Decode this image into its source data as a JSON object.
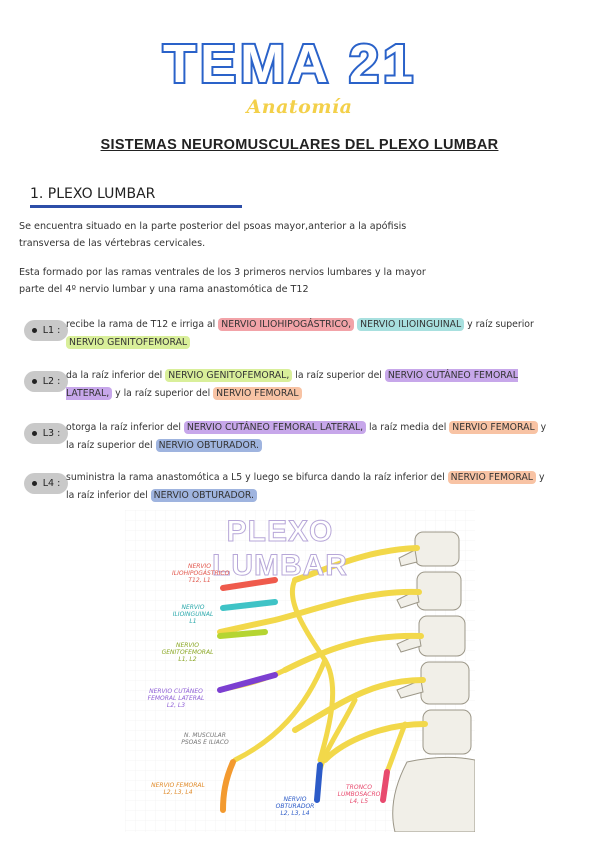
{
  "header": {
    "title": "TEMA 21",
    "subtitle": "Anatomía"
  },
  "main_title": "SISTEMAS NEUROMUSCULARES DEL PLEXO LUMBAR",
  "section": {
    "heading": "1. PLEXO LUMBAR",
    "paragraph1": "Se encuentra situado en la parte posterior del psoas mayor,anterior a la apófisis transversa de las vértebras cervicales.",
    "paragraph2": "Esta formado por las ramas ventrales de los 3 primeros nervios lumbares y la mayor parte del 4º nervio lumbar y una rama anastomótica de T12"
  },
  "items": [
    {
      "badge": "L1 :",
      "t1": "recibe la rama de T12 e irriga al ",
      "h1": "NERVIO ILIOHIPOGÁSTRICO,",
      "t2": " ",
      "h2": "NERVIO ILIOINGUINAL",
      "t3": " y raíz superior ",
      "h3": "NERVIO GENITOFEMORAL"
    },
    {
      "badge": "L2 :",
      "t1": "da la raíz inferior del ",
      "h1": "NERVIO GENITOFEMORAL,",
      "t2": " la raíz superior del ",
      "h2": "NERVIO CUTÁNEO FEMORAL LATERAL,",
      "t3": " y la raíz superior del ",
      "h3": "NERVIO FEMORAL"
    },
    {
      "badge": "L3 :",
      "t1": "otorga la raíz inferior del ",
      "h1": "NERVIO CUTÁNEO FEMORAL LATERAL,",
      "t2": " la raíz media del ",
      "h2": "NERVIO FEMORAL",
      "t3": " y la raíz superior del ",
      "h3": "NERVIO OBTURADOR."
    },
    {
      "badge": "L4 :",
      "t1": "suministra la rama anastomótica a L5 y luego se bifurca dando la raíz inferior del ",
      "h1": "NERVIO FEMORAL",
      "t2": " y la raíz inferior del ",
      "h2": "NERVIO OBTURADOR."
    }
  ],
  "figure": {
    "title": "PLEXO LUMBAR",
    "labels": {
      "iliohipogastrico": "NERVIO ILIOHIPOGÁSTRICO",
      "iliohipogastrico_roots": "T12, L1",
      "ilioinguinal": "NERVIO ILIOINGUINAL",
      "ilioinguinal_roots": "L1",
      "genitofemoral": "NERVIO GENITOFEMORAL",
      "genitofemoral_roots": "L1, L2",
      "cutaneo": "NERVIO CUTÁNEO FEMORAL LATERAL",
      "cutaneo_roots": "L2, L3",
      "muscular": "N. MUSCULAR",
      "muscular_sub": "PSOAS E ILIACO",
      "femoral": "NERVIO FEMORAL",
      "femoral_roots": "L2, L3, L4",
      "obturador": "NERVIO OBTURADOR",
      "obturador_roots": "L2, L3, L4",
      "tronco": "TRONCO LUMBOSACRO",
      "tronco_roots": "L4, L5"
    }
  },
  "colors": {
    "rule": "#2d4ea8",
    "red": "#f2a3a8",
    "teal": "#a8e0df",
    "green": "#d9ef9a",
    "purple": "#c7a7ea",
    "orange": "#f8c3a4",
    "blue": "#9fb4df"
  }
}
